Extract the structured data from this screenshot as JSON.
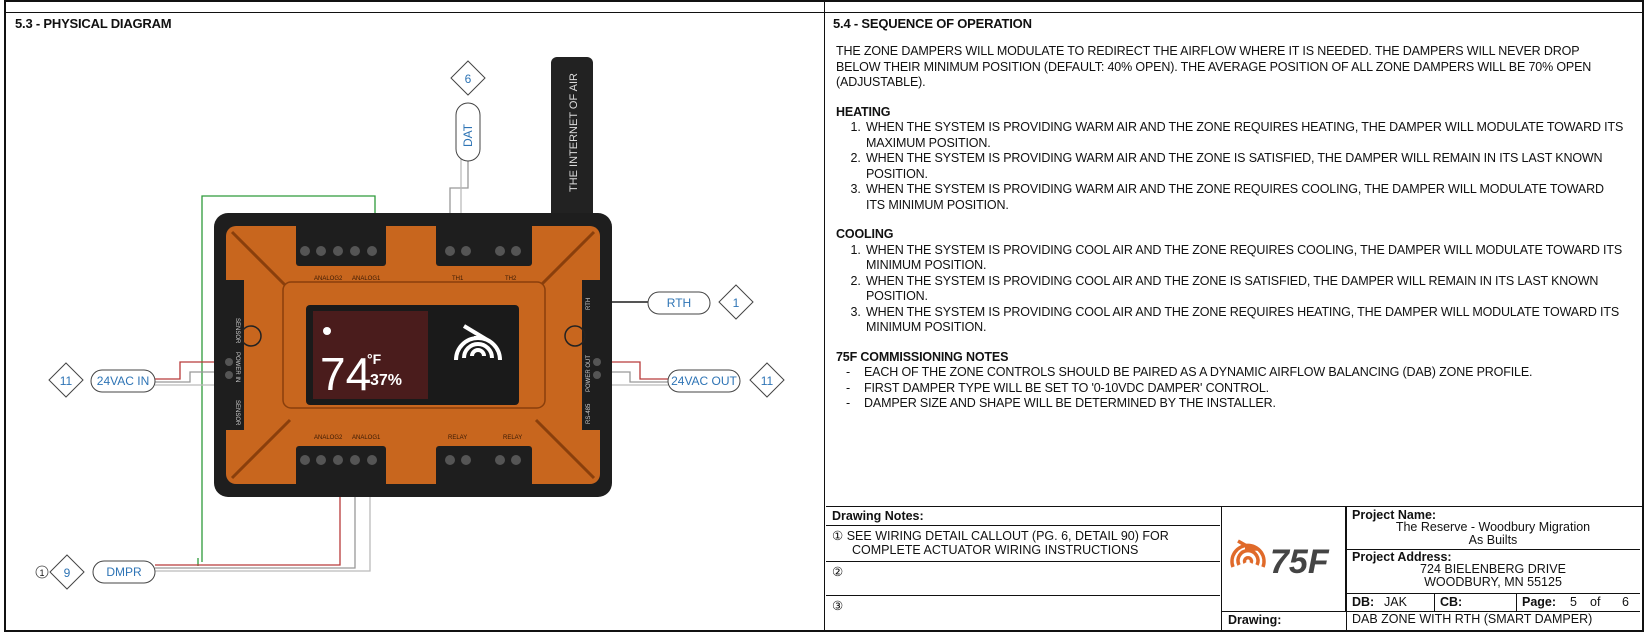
{
  "left_section": {
    "title": "5.3 - PHYSICAL DIAGRAM",
    "device": {
      "antenna_text": "THE INTERNET OF AIR",
      "display_temp": "74",
      "display_unit": "°F",
      "display_humidity": "37%",
      "port_labels_top": [
        "ANALOG2",
        "ANALOG1",
        "TH1",
        "TH2"
      ],
      "port_labels_bottom": [
        "ANALOG2",
        "ANALOG1",
        "RELAY",
        "RELAY"
      ],
      "side_label_left_top": "SENSOR",
      "side_label_left_mid": "POWER IN",
      "side_label_left_bottom": "SENSOR",
      "side_label_right_top": "RTH",
      "side_label_right_mid": "POWER OUT",
      "side_label_right_bottom": "RS-485"
    },
    "callouts": {
      "dat": {
        "label": "DAT",
        "num": "6"
      },
      "rth": {
        "label": "RTH",
        "num": "1"
      },
      "vac_in": {
        "label": "24VAC IN",
        "num": "11"
      },
      "vac_out": {
        "label": "24VAC OUT",
        "num": "11"
      },
      "dmpr": {
        "label": "DMPR",
        "num": "9",
        "note_ref": "1"
      }
    }
  },
  "right_section": {
    "title": "5.4 - SEQUENCE OF OPERATION",
    "intro": "THE ZONE DAMPERS WILL MODULATE TO REDIRECT THE AIRFLOW WHERE IT IS NEEDED. THE DAMPERS WILL NEVER DROP BELOW THEIR MINIMUM POSITION (DEFAULT: 40% OPEN). THE AVERAGE POSITION OF ALL ZONE DAMPERS WILL BE 70% OPEN (ADJUSTABLE).",
    "heating": {
      "title": "HEATING",
      "items": [
        "WHEN THE SYSTEM IS PROVIDING WARM AIR AND THE ZONE REQUIRES HEATING, THE DAMPER WILL MODULATE TOWARD ITS MAXIMUM POSITION.",
        "WHEN THE SYSTEM IS PROVIDING WARM AIR AND THE ZONE IS SATISFIED, THE DAMPER WILL REMAIN IN ITS LAST KNOWN POSITION.",
        "WHEN THE SYSTEM IS PROVIDING WARM AIR AND THE ZONE REQUIRES COOLING, THE DAMPER WILL MODULATE TOWARD ITS MINIMUM POSITION."
      ]
    },
    "cooling": {
      "title": "COOLING",
      "items": [
        "WHEN THE SYSTEM IS PROVIDING COOL AIR AND THE ZONE REQUIRES COOLING, THE DAMPER WILL MODULATE TOWARD ITS MINIMUM POSITION.",
        "WHEN THE SYSTEM IS PROVIDING COOL AIR AND THE ZONE IS SATISFIED, THE DAMPER WILL REMAIN IN ITS LAST KNOWN POSITION.",
        "WHEN THE SYSTEM IS PROVIDING COOL AIR AND THE ZONE REQUIRES HEATING, THE DAMPER WILL MODULATE TOWARD ITS MINIMUM POSITION."
      ]
    },
    "commissioning": {
      "title": "75F COMMISSIONING NOTES",
      "items": [
        "EACH OF THE ZONE CONTROLS SHOULD BE PAIRED AS A DYNAMIC AIRFLOW BALANCING (DAB) ZONE PROFILE.",
        "FIRST DAMPER TYPE WILL BE SET TO '0-10VDC DAMPER' CONTROL.",
        "DAMPER SIZE AND SHAPE WILL BE DETERMINED BY THE INSTALLER."
      ]
    }
  },
  "title_block": {
    "drawing_notes_label": "Drawing Notes:",
    "notes": [
      {
        "num": "①",
        "text": "SEE WIRING DETAIL CALLOUT (PG. 6, DETAIL 90) FOR",
        "text2": "COMPLETE ACTUATOR WIRING INSTRUCTIONS"
      },
      {
        "num": "②",
        "text": "",
        "text2": ""
      },
      {
        "num": "③",
        "text": "",
        "text2": ""
      }
    ],
    "logo_text": "75F",
    "project_name_label": "Project Name:",
    "project_name_line1": "The Reserve - Woodbury Migration",
    "project_name_line2": "As Builts",
    "project_address_label": "Project Address:",
    "address_line1": "724 BIELENBERG DRIVE",
    "address_line2": "WOODBURY, MN 55125",
    "db_label": "DB:",
    "db_value": "JAK",
    "cb_label": "CB:",
    "cb_value": "",
    "page_label": "Page:",
    "page_num": "5",
    "page_of": "of",
    "page_total": "6",
    "drawing_label": "Drawing:",
    "drawing_value": "DAB ZONE WITH RTH (SMART DAMPER)"
  },
  "colors": {
    "orange": "#d2691e",
    "callout_blue": "#2e74b5",
    "wire_green": "#2e9a3a",
    "wire_red": "#b83a3a"
  }
}
